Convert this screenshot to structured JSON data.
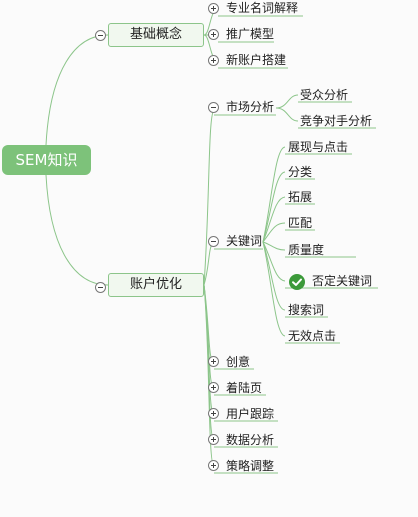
{
  "root": {
    "label": "SEM知识"
  },
  "basics": {
    "label": "基础概念",
    "children": [
      "专业名词解释",
      "推广模型",
      "新账户搭建"
    ]
  },
  "optimization": {
    "label": "账户优化",
    "market": {
      "label": "市场分析",
      "children": [
        "受众分析",
        "竞争对手分析"
      ]
    },
    "keywords": {
      "label": "关键词",
      "children": [
        "展现与点击",
        "分类",
        "拓展",
        "匹配",
        "质量度",
        "否定关键词",
        "搜索词",
        "无效点击"
      ],
      "checked_item": "否定关键词"
    },
    "others": [
      "创意",
      "着陆页",
      "用户跟踪",
      "数据分析",
      "策略调整"
    ]
  },
  "colors": {
    "line": "#8cc58a",
    "root_fill": "#7dc27a",
    "node_fill": "#f1f8ef",
    "check": "#3c9a3a"
  }
}
